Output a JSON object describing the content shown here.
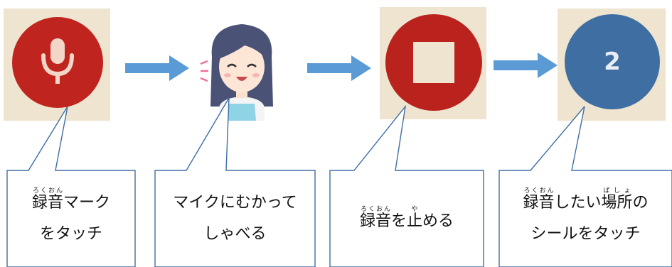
{
  "colors": {
    "mic_red": "#c0241f",
    "stop_red": "#b9221d",
    "number_blue": "#3f6ea3",
    "arrow_blue": "#5b9bd5",
    "callout_border": "#3f6ea3",
    "tile_bg": "#efe4cf"
  },
  "steps": [
    {
      "icon": "microphone-icon",
      "lines": [
        [
          {
            "base": "録音",
            "ruby": "ろくおん"
          },
          {
            "text": "マーク"
          }
        ],
        [
          {
            "text": "をタッチ"
          }
        ]
      ]
    },
    {
      "icon": "girl-speaking-icon",
      "lines": [
        [
          {
            "text": "マイクにむかって"
          }
        ],
        [
          {
            "text": "しゃべる"
          }
        ]
      ]
    },
    {
      "icon": "stop-square-icon",
      "lines": [
        [
          {
            "base": "録音",
            "ruby": "ろくおん"
          },
          {
            "text": "を"
          },
          {
            "base": "止",
            "ruby": "や"
          },
          {
            "text": "める"
          }
        ]
      ]
    },
    {
      "icon": "number-sticker-icon",
      "number": "2",
      "lines": [
        [
          {
            "base": "録音",
            "ruby": "ろくおん"
          },
          {
            "text": "したい"
          },
          {
            "base": "場所",
            "ruby": "ばしょ"
          },
          {
            "text": "の"
          }
        ],
        [
          {
            "text": "シールをタッチ"
          }
        ]
      ]
    }
  ]
}
